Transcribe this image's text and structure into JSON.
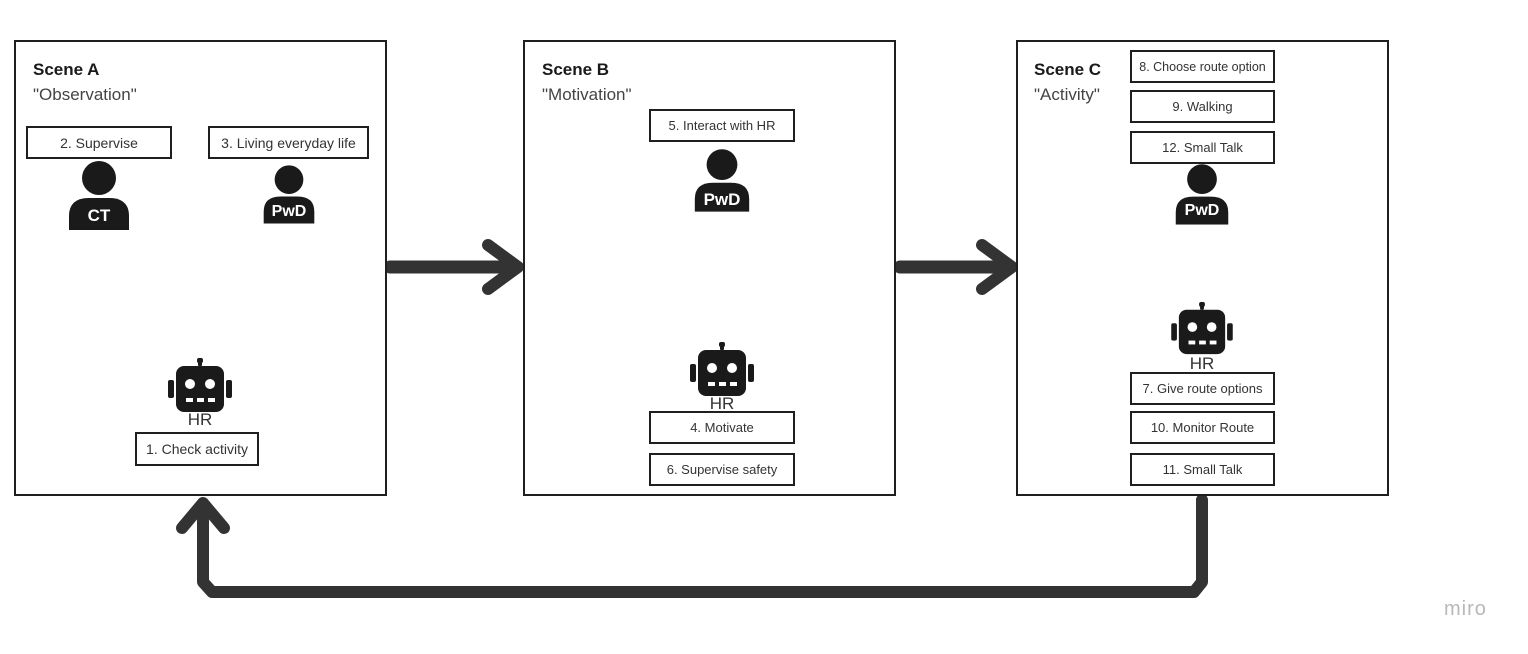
{
  "scenes": [
    {
      "title": "Scene A",
      "subtitle": "\"Observation\"",
      "boxes": [
        "2. Supervise",
        "3. Living everyday life",
        "1. Check activity"
      ],
      "person_labels": [
        "CT",
        "PwD"
      ],
      "robot_label": "HR"
    },
    {
      "title": "Scene B",
      "subtitle": "\"Motivation\"",
      "boxes": [
        "5. Interact with HR",
        "4. Motivate",
        "6. Supervise safety"
      ],
      "person_labels": [
        "PwD"
      ],
      "robot_label": "HR"
    },
    {
      "title": "Scene C",
      "subtitle": "\"Activity\"",
      "boxes": [
        "8. Choose route option",
        "9. Walking",
        "12. Small Talk",
        "7. Give route options",
        "10. Monitor Route",
        "11. Small Talk"
      ],
      "person_labels": [
        "PwD"
      ],
      "robot_label": "HR"
    }
  ],
  "watermark": "miro",
  "icons": {
    "person": "person-icon",
    "robot": "robot-icon",
    "arrow": "arrow-icon"
  },
  "colors": {
    "arrow": "#333333",
    "icon": "#1a1a1a",
    "border": "#1f1f1f"
  }
}
